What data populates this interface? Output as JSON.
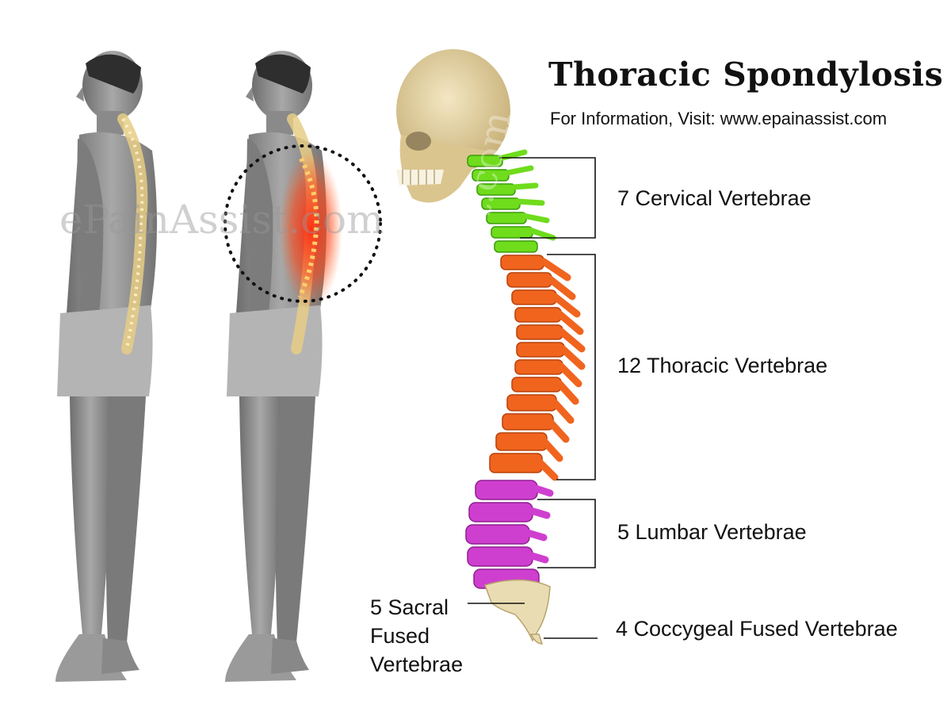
{
  "title": "Thoracic Spondylosis",
  "subtitle": "For Information, Visit: www.epainassist.com",
  "watermark": "ePainAssist.com",
  "labels": {
    "cervical": "7 Cervical Vertebrae",
    "thoracic": "12 Thoracic Vertebrae",
    "lumbar": "5 Lumbar Vertebrae",
    "sacral": "5 Sacral Fused Vertebrae",
    "coccygeal": "4 Coccygeal Fused Vertebrae"
  },
  "colors": {
    "cervical": "#6fdc1c",
    "thoracic": "#f0641e",
    "lumbar": "#cf3fcf",
    "bone": "#eadcb2",
    "pain": "#ff3b1f",
    "body": "#8e8e8e"
  }
}
